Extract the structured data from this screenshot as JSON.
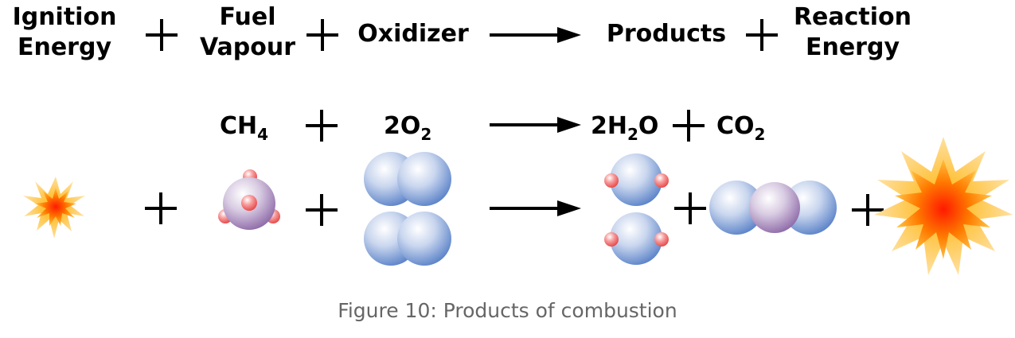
{
  "equation": {
    "terms": [
      {
        "line1": "Ignition",
        "line2": "Energy"
      },
      {
        "line1": "Fuel",
        "line2": "Vapour"
      },
      {
        "line1": "Oxidizer"
      },
      {
        "line1": "Products"
      },
      {
        "line1": "Reaction",
        "line2": "Energy"
      }
    ]
  },
  "formula": {
    "fuel": {
      "main": "CH",
      "sub": "4"
    },
    "oxidizer": {
      "coef": "2O",
      "sub": "2"
    },
    "water": {
      "pre": "2H",
      "sub": "2",
      "post": "O"
    },
    "co2": {
      "main": "CO",
      "sub": "2"
    }
  },
  "caption": "Figure 10: Products of combustion",
  "colors": {
    "text": "#000000",
    "caption": "#666666",
    "oxygen_atom": "#5a82c8",
    "carbon_atom": "#8e6aa8",
    "hydrogen_atom": "#ee5555",
    "flame_outer": "#ffb000",
    "flame_inner": "#ff2a00"
  }
}
